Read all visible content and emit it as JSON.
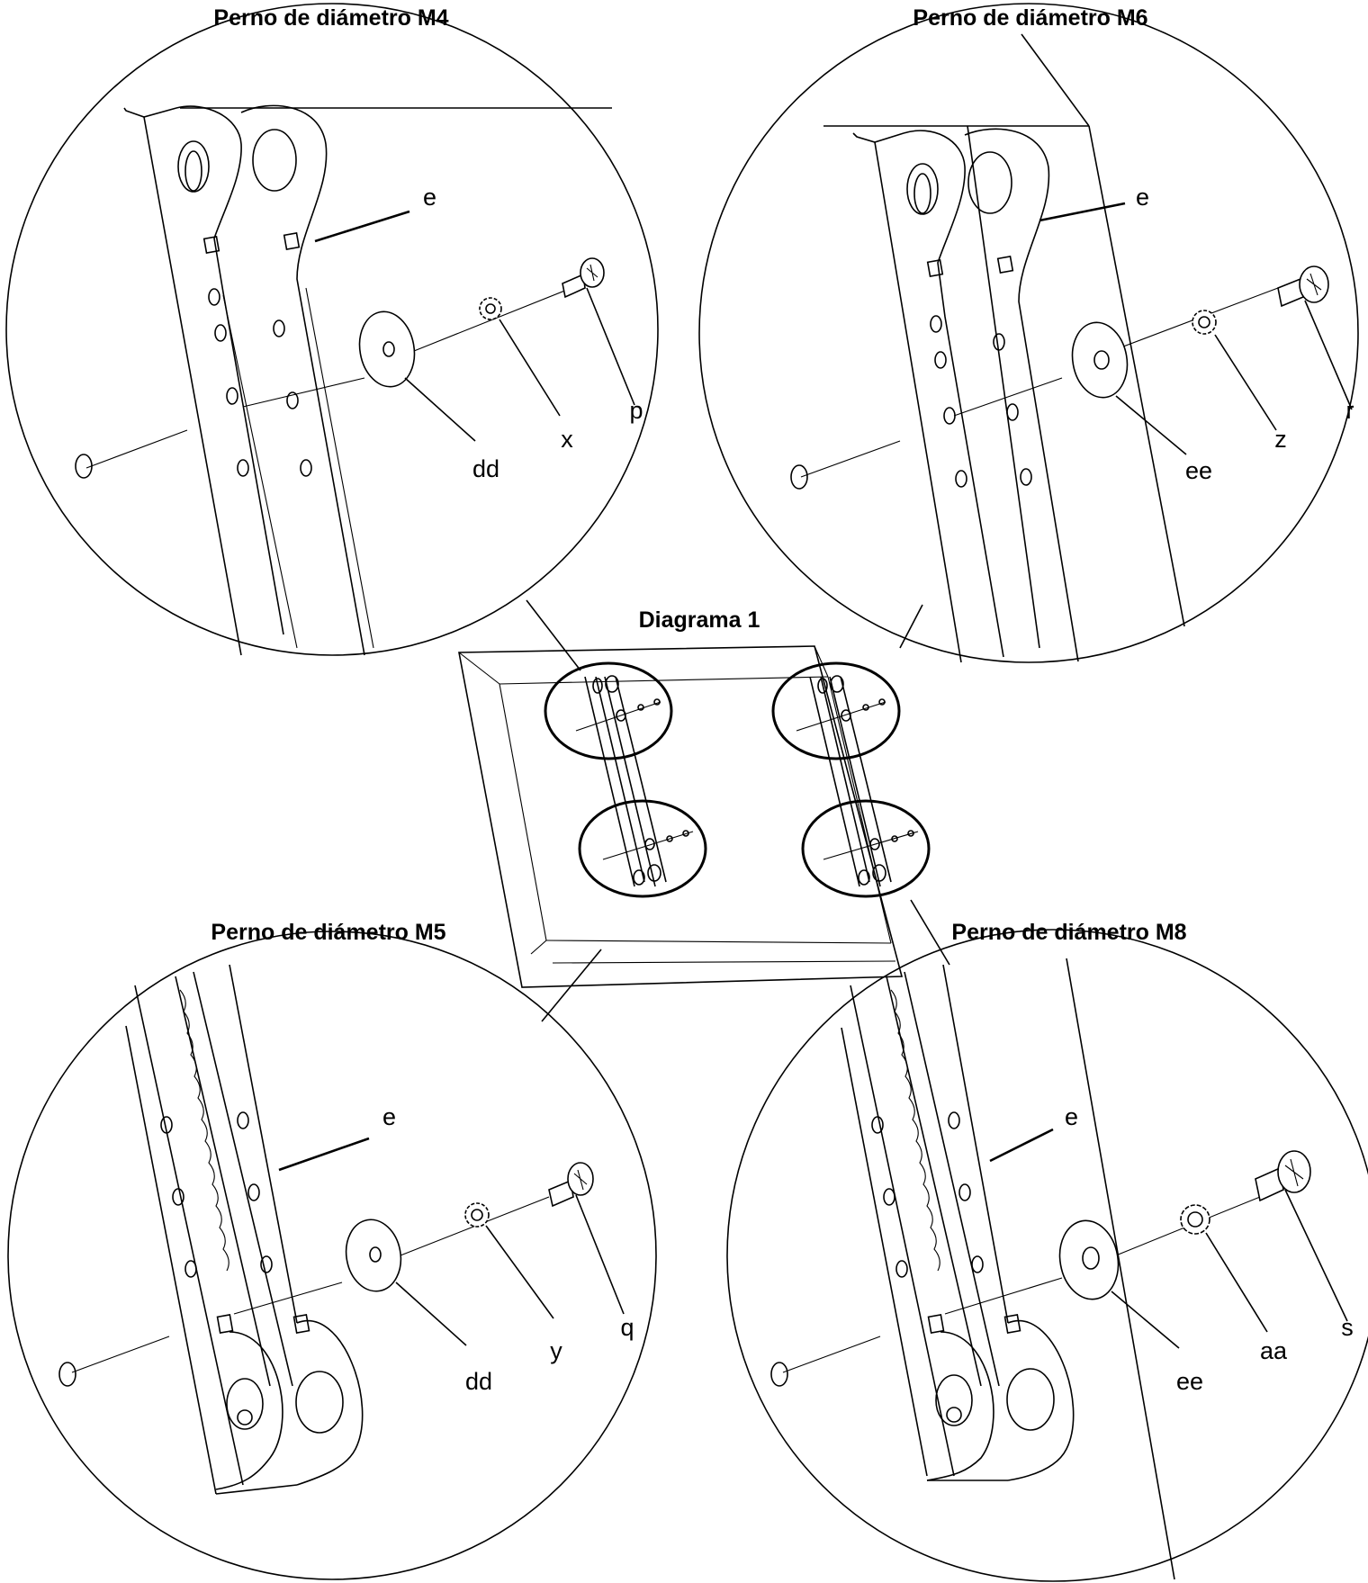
{
  "titles": {
    "top_left": "Perno de diámetro M4",
    "top_right": "Perno de diámetro M6",
    "center": "Diagrama 1",
    "bottom_left": "Perno de diámetro M5",
    "bottom_right": "Perno de diámetro M8"
  },
  "callouts": {
    "tl": {
      "bracket": "e",
      "washer": "dd",
      "lock_washer": "x",
      "bolt": "p"
    },
    "tr": {
      "bracket": "e",
      "washer": "ee",
      "lock_washer": "z",
      "bolt": "r"
    },
    "bl": {
      "bracket": "e",
      "washer": "dd",
      "lock_washer": "y",
      "bolt": "q"
    },
    "br": {
      "bracket": "e",
      "washer": "ee",
      "lock_washer": "aa",
      "bolt": "s"
    }
  }
}
